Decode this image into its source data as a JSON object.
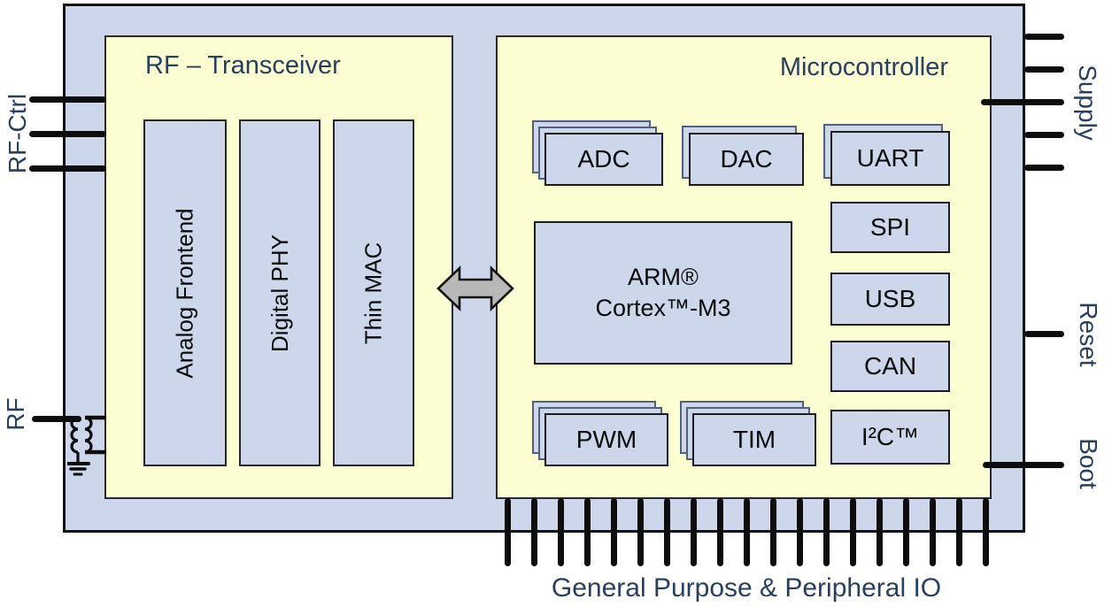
{
  "diagram": {
    "rf_block": {
      "title": "RF – Transceiver",
      "modules": [
        {
          "label": "Analog Frontend"
        },
        {
          "label": "Digital PHY"
        },
        {
          "label": "Thin MAC"
        }
      ]
    },
    "mcu_block": {
      "title": "Microcontroller",
      "cpu": {
        "line1": "ARM®",
        "line2": "Cortex™-M3"
      },
      "peripherals": [
        {
          "label": "ADC",
          "stack_count": 3
        },
        {
          "label": "DAC",
          "stack_count": 2
        },
        {
          "label": "UART",
          "stack_count": 2
        },
        {
          "label": "SPI",
          "stack_count": 1
        },
        {
          "label": "USB",
          "stack_count": 1
        },
        {
          "label": "CAN",
          "stack_count": 1
        },
        {
          "label": "PWM",
          "stack_count": 3
        },
        {
          "label": "TIM",
          "stack_count": 3
        },
        {
          "label": "I²C™",
          "stack_count": 1
        }
      ]
    },
    "bus_arrow": {
      "icon": "bidirectional-arrow"
    }
  },
  "pins": {
    "rf_ctrl": {
      "label": "RF-Ctrl",
      "count": 3
    },
    "rf": {
      "label": "RF",
      "count": 1,
      "symbol": "balun-transformer-to-ground"
    },
    "supply": {
      "label": "Supply",
      "count": 5
    },
    "reset": {
      "label": "Reset",
      "count": 1
    },
    "boot": {
      "label": "Boot",
      "count": 1
    },
    "gpio": {
      "label": "General Purpose & Peripheral IO",
      "count": 19
    }
  },
  "colors": {
    "chip_fill": "#ccd7ec",
    "function_block_fill": "#fdfdd2",
    "module_fill": "#ccd7ec",
    "label_navy": "#27405f",
    "pin_black": "#0d0d0d",
    "arrow_gray": "#b8b8b8"
  }
}
